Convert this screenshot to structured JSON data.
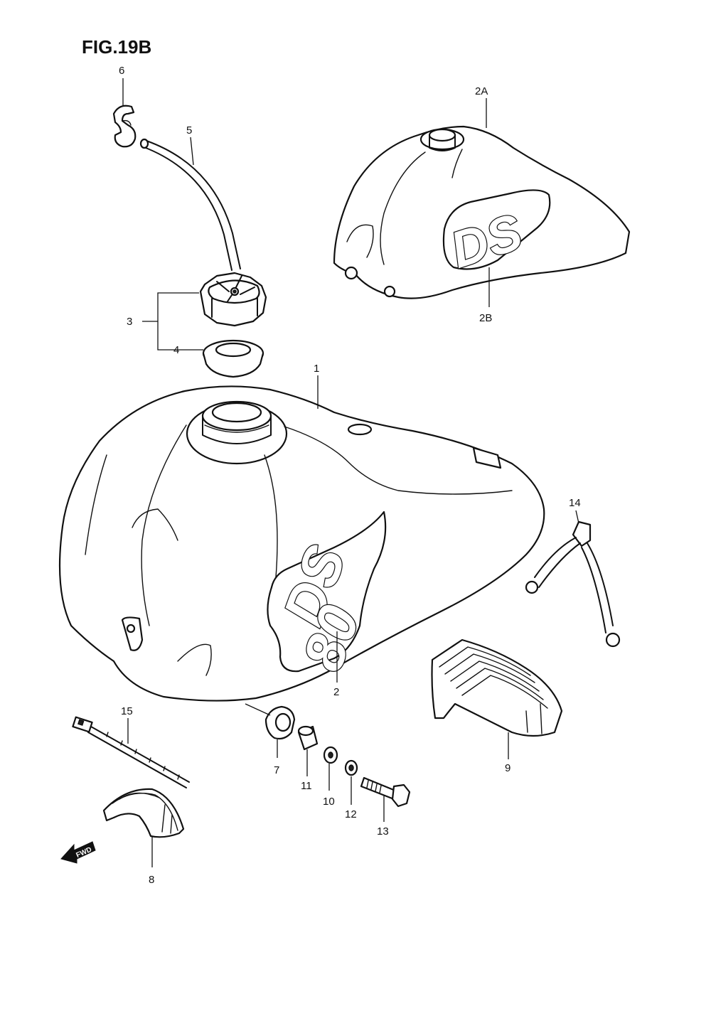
{
  "figure": {
    "title": "FIG.19B"
  },
  "callouts": {
    "c1": "1",
    "c2": "2",
    "c2a": "2A",
    "c2b": "2B",
    "c3": "3",
    "c4": "4",
    "c5": "5",
    "c6": "6",
    "c7": "7",
    "c8": "8",
    "c9": "9",
    "c10": "10",
    "c11": "11",
    "c12": "12",
    "c13": "13",
    "c14": "14",
    "c15": "15"
  },
  "tank_logo": {
    "line1": "DS",
    "line2": "80"
  },
  "alt_tank_logo": {
    "text": "DS"
  },
  "direction_marker": {
    "label": "FWD"
  }
}
